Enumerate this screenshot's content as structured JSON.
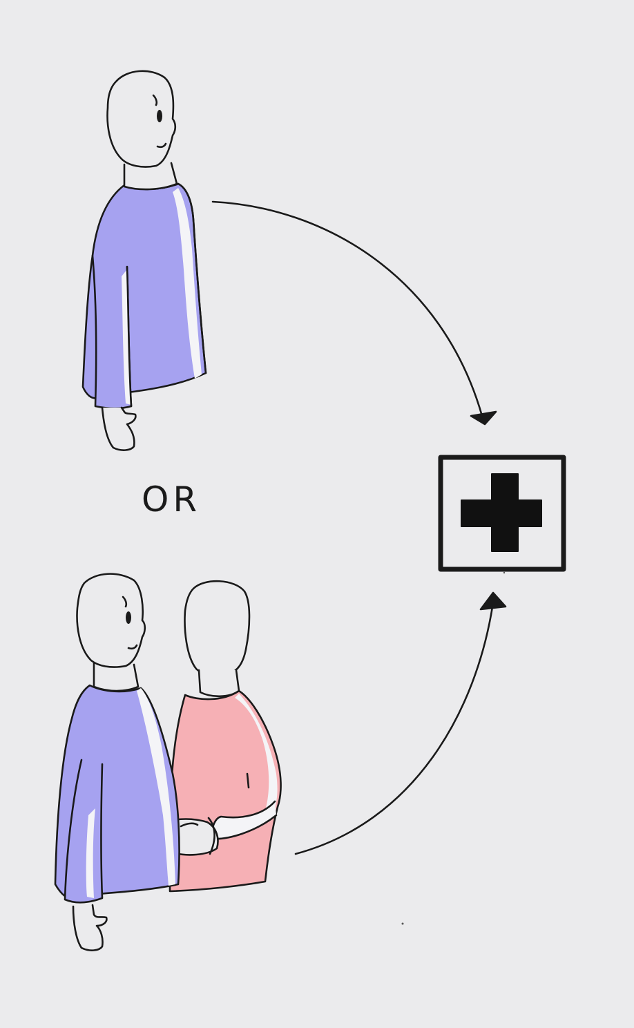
{
  "diagram": {
    "connector_text": "OR",
    "colors": {
      "background": "#ebebed",
      "outline": "#1a1a1a",
      "shirt_purple": "#a6a2f0",
      "shirt_pink": "#f6b0b5",
      "skin": "#ebebed",
      "highlight": "#f4f4f7"
    },
    "nodes": [
      {
        "id": "single-person",
        "description_icon": "person-icon"
      },
      {
        "id": "person-with-companion",
        "description_icon": "two-people-icon"
      },
      {
        "id": "medical-facility",
        "description_icon": "medical-cross-icon"
      }
    ],
    "edges": [
      {
        "from": "single-person",
        "to": "medical-facility"
      },
      {
        "from": "person-with-companion",
        "to": "medical-facility"
      }
    ]
  }
}
